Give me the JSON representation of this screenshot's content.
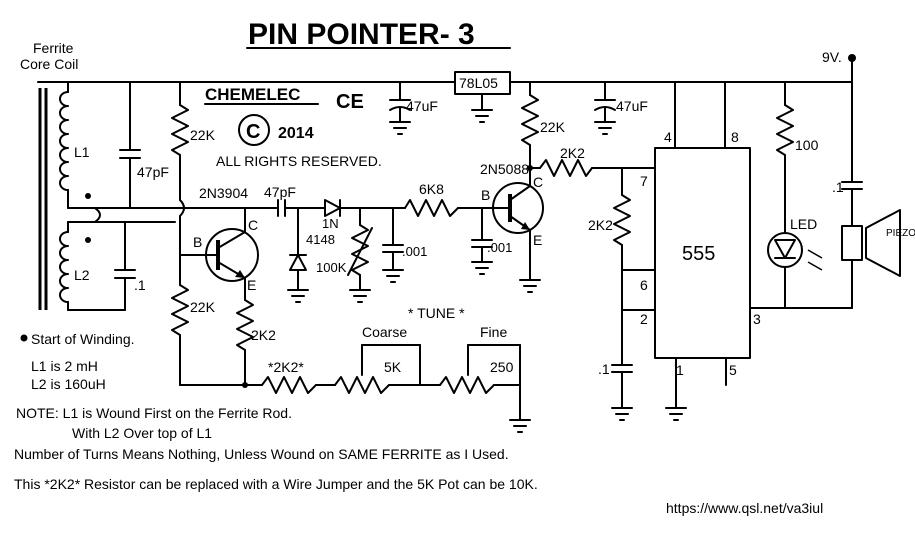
{
  "title": "PIN POINTER- 3",
  "brand": "CHEMELEC",
  "year": "2014",
  "rights": "ALL RIGHTS RESERVED.",
  "coil_label_1": "Ferrite",
  "coil_label_2": "Core Coil",
  "supply": "9V.",
  "regulator": "78L05",
  "components": {
    "l1": "L1",
    "l2": "L2",
    "c_47pf_a": "47pF",
    "c_47pf_b": "47pF",
    "c_1_left": ".1",
    "r_22k_top": "22K",
    "r_22k_bot": "22K",
    "r_22k_right": "22K",
    "q1": "2N3904",
    "q2": "2N5088",
    "diode": "1N",
    "diode2": "4148",
    "r_6k8": "6K8",
    "pot_100k": "100K",
    "c_001a": ".001",
    "c_001b": ".001",
    "c_47uf_a": "47uF",
    "c_47uf_b": "47uF",
    "r_2k2_a": "2K2",
    "r_2k2_b": "2K2",
    "r_2k2_c": "2K2",
    "r_2k2_star": "*2K2*",
    "ic": "555",
    "r_100": "100",
    "led": "LED",
    "c_1_right": ".1",
    "c_1_timing": ".1",
    "pot_5k": "5K",
    "pot_250": "250",
    "tune": "* TUNE *",
    "coarse": "Coarse",
    "fine": "Fine",
    "piezo": "PIEZO",
    "pin4": "4",
    "pin8": "8",
    "pin7": "7",
    "pin6": "6",
    "pin2": "2",
    "pin3": "3",
    "pin1": "1",
    "pin5": "5",
    "b1": "B",
    "c1": "C",
    "e1": "E",
    "b2": "B",
    "c2": "C",
    "e2": "E"
  },
  "notes": {
    "start": "Start of Winding.",
    "l1": "L1 is 2 mH",
    "l2": "L2 is 160uH",
    "note1": "NOTE: L1 is Wound First on the Ferrite Rod.",
    "note2": "With L2 Over top of L1",
    "turns": "Number of Turns Means Nothing, Unless Wound on SAME FERRITE as I Used.",
    "jumper": "This *2K2* Resistor can be replaced with a Wire Jumper and the 5K Pot can be 10K.",
    "url": "https://www.qsl.net/va3iul"
  }
}
